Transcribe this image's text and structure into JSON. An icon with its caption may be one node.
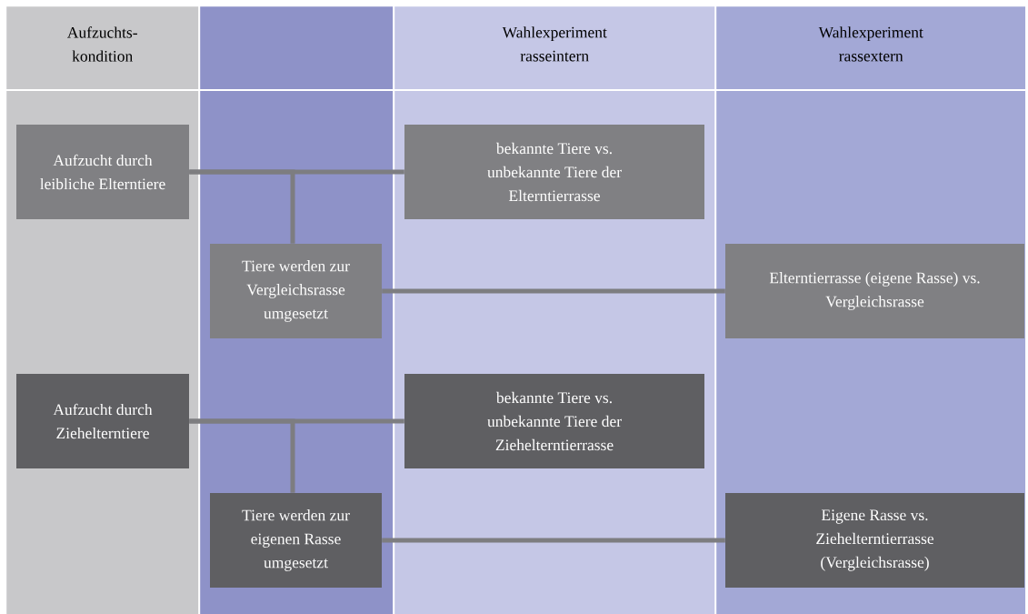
{
  "diagram": {
    "nodes": [
      {
        "text": [
          "Aufzuchts- kondition"
        ]
      },
      {
        "text": [],
        "shape": "band"
      },
      {
        "text": [
          "Wahlexperiment rasseintern"
        ]
      },
      {
        "text": [
          "Wahlexperiment rassextern"
        ]
      },
      {
        "text": [
          "Aufzucht durch leibliche Elterntiere"
        ],
        "in": 0
      },
      {
        "text": [
          "Tiere werden zur Vergleichsrasse umgesetzt"
        ],
        "in": 1
      },
      {
        "text": [
          "bekannte Tiere vs. unbekannte Tiere der Elterntierrasse"
        ],
        "in": 2
      },
      {
        "text": [
          "Elterntierrasse (eigene Rasse) vs. Vergleichsrasse"
        ],
        "in": 3
      },
      {
        "text": [
          "Aufzucht durch Ziehelterntiere"
        ],
        "in": 0
      },
      {
        "text": [
          "Tiere werden zur eigenen Rasse umgesetzt"
        ],
        "in": 1
      },
      {
        "text": [
          "bekannte Tiere vs. unbekannte Tiere der Ziehelterntierrasse"
        ],
        "in": 2
      },
      {
        "text": [
          "Eigene Rasse vs. Ziehelterntierrasse (Vergleichsrasse)"
        ],
        "in": 3
      }
    ],
    "edges": [
      {
        "from": 4,
        "to": 6,
        "arrow": "none"
      },
      {
        "from": 4,
        "to": 5,
        "arrow": "none"
      },
      {
        "from": 5,
        "to": 7,
        "arrow": "none"
      },
      {
        "from": 8,
        "to": 10,
        "arrow": "none"
      },
      {
        "from": 8,
        "to": 9,
        "arrow": "none"
      },
      {
        "from": 9,
        "to": 11,
        "arrow": "none"
      }
    ]
  }
}
